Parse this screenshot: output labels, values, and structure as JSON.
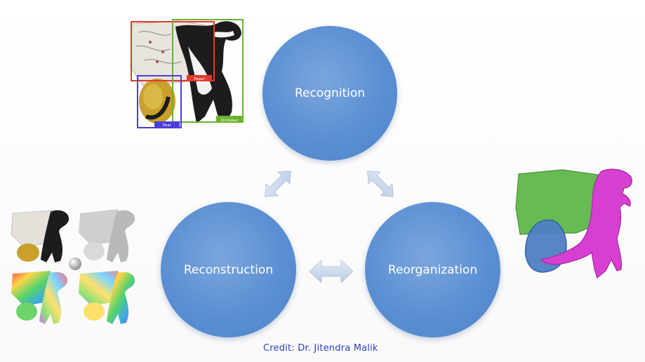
{
  "nodes": {
    "recognition": "Recognition",
    "reconstruction": "Reconstruction",
    "reorganization": "Reorganization"
  },
  "labels": {
    "paper": "Paper",
    "pear": "Pear",
    "dinosaur": "Dinosaur"
  },
  "credit": "Credit: Dr. Jitendra Malik",
  "colors": {
    "circle": "#5b8fd3",
    "arrow": "#c9d8ec",
    "paper_box": "#e03a2a",
    "pear_box": "#4b3fd6",
    "dinosaur_box": "#6cb12c",
    "credit_text": "#2f45b8",
    "seg_green": "#5fb84a",
    "seg_blue": "#4f7fc4",
    "seg_magenta": "#d63fd0"
  }
}
